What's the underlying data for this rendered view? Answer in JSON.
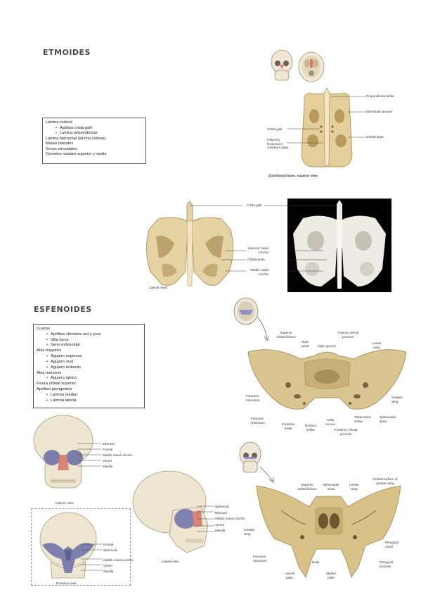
{
  "etmoides": {
    "title": "ETMOIDES",
    "box_items": [
      {
        "text": "Lámina vertical",
        "sub": false
      },
      {
        "text": "Apófisis crista galli",
        "sub": true
      },
      {
        "text": "Lámina perpendicular",
        "sub": true
      },
      {
        "text": "Lámina horizontal (lámina cribosa)",
        "sub": false
      },
      {
        "text": "Masas laterales",
        "sub": false
      },
      {
        "text": "Senos etmoidales",
        "sub": false
      },
      {
        "text": "Cornetes nasales superior y medio",
        "sub": false
      }
    ],
    "fig1_labels": {
      "perpendicular": "Perpendicular plate",
      "sinuses": "Ethmoidal sinuses",
      "crista": "Crista galli",
      "cribriform": "Olfactory foramina in cribriform plate",
      "orbital": "Orbital plate",
      "caption": "(b) Ethmoid bone, superior view"
    },
    "fig2_labels": {
      "crista": "Crista galli",
      "superior": "Superior nasal concha",
      "orbital": "Orbital plate",
      "middle": "Middle nasal concha",
      "lateral": "Lateral mass"
    }
  },
  "esfenoides": {
    "title": "ESFENOIDES",
    "box_items": [
      {
        "text": "Cuerpo",
        "sub": false
      },
      {
        "text": "Apófisis clinoides ant y post",
        "sub": true
      },
      {
        "text": "Silla turca",
        "sub": true
      },
      {
        "text": "Seno esfenoidal",
        "sub": true
      },
      {
        "text": "Alas mayores",
        "sub": false
      },
      {
        "text": "Agujero espinoso",
        "sub": true
      },
      {
        "text": "Agujero oval",
        "sub": true
      },
      {
        "text": "Agujero redondo",
        "sub": true
      },
      {
        "text": "Alas menores",
        "sub": false
      },
      {
        "text": "Agujero óptico",
        "sub": true
      },
      {
        "text": "Fisura orbital superior",
        "sub": false
      },
      {
        "text": "Apófisis pterigoides",
        "sub": false
      },
      {
        "text": "Lámina medial",
        "sub": true
      },
      {
        "text": "Lámina lateral",
        "sub": true
      }
    ],
    "sup_labels": {
      "sof": "Superior orbital fissure",
      "optic": "Optic canal",
      "acp": "Anterior clinoid process",
      "groove": "Optic groove",
      "lesser": "Lesser wing",
      "rotundum": "Foramen rotundum",
      "greater": "Greater wing",
      "spinosum": "Foramen spinosum",
      "ovale": "Foramen ovale",
      "dorsum": "Dorsum sellae",
      "sella": "Sella turcica",
      "tuberculum": "Tuberculum sellae",
      "spine": "Sphenoidal spine",
      "pcp": "Posterior clinoid process"
    },
    "ant_labels": {
      "sof": "Superior orbital fissure",
      "sinus": "Sphenoidal sinus",
      "lesser": "Lesser wing",
      "orbital_surface": "Orbital surface of greater wing",
      "greater": "Greater wing",
      "rotundum": "Foramen rotundum",
      "body": "Body",
      "pterygoid_canal": "Pterygoid canal",
      "lateral": "Lateral plate",
      "medial": "Medial plate",
      "process": "Pterygoid process"
    },
    "skull_front_labels": [
      "Ethmoid",
      "Frontal",
      "Middle nasal concha",
      "Vomer",
      "Maxilla"
    ],
    "skull_front_caption": "Anterior view",
    "skull_post_labels": [
      "Frontal",
      "Sphenoid",
      "Middle nasal concha",
      "Vomer",
      "Maxilla"
    ],
    "skull_post_caption": "Posterior view",
    "skull_lateral_labels": [
      "Sphenoid",
      "Ethmoid",
      "Middle nasal concha",
      "Vomer",
      "Maxilla"
    ],
    "skull_lateral_caption": "Lateral view"
  }
}
